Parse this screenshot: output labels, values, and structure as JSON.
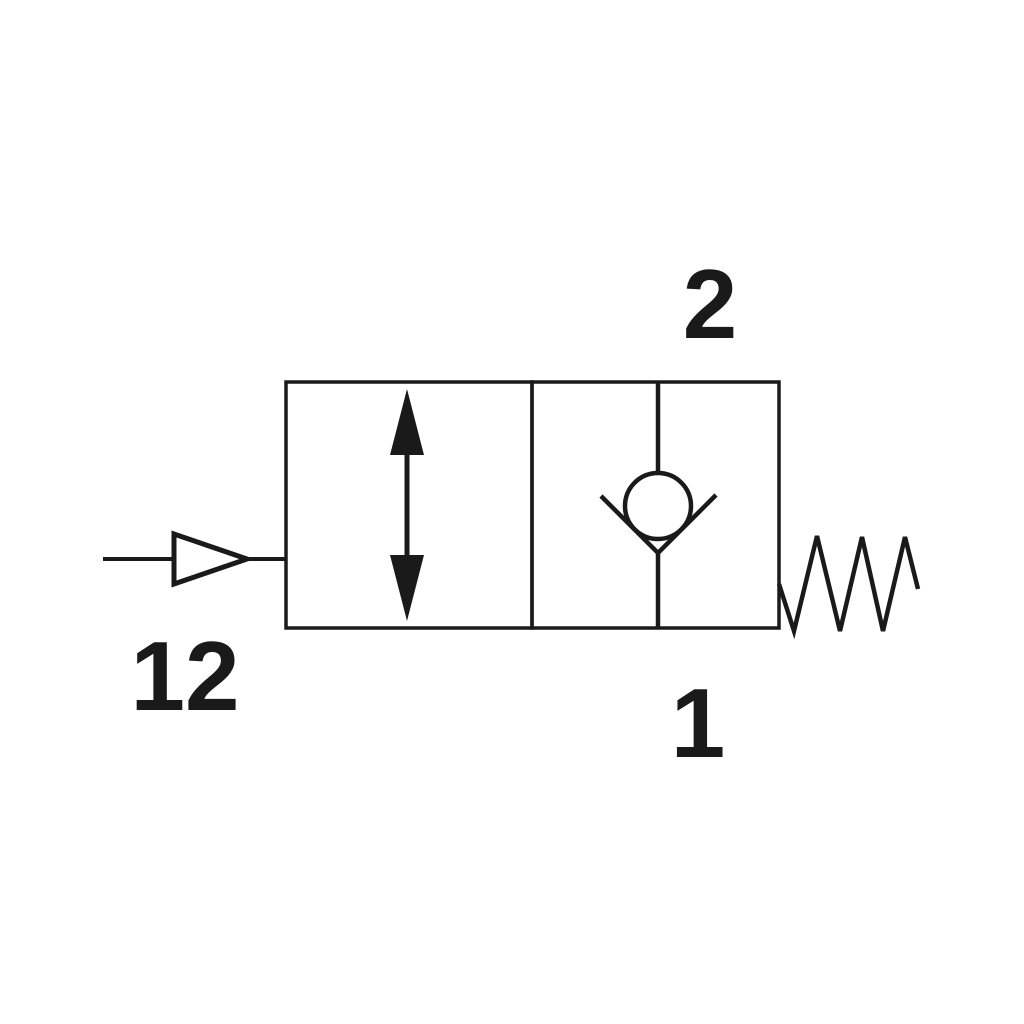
{
  "diagram": {
    "kind": "pneumatic-valve-schematic-symbol",
    "colors": {
      "line": "#1a1a1a",
      "background": "#ffffff"
    },
    "labels": {
      "port_top": "2",
      "port_bottom": "1",
      "pilot_port": "12"
    },
    "symbols": [
      {
        "name": "pilot-signal-triangle-icon",
        "meaning": "pilot actuation line at port 12"
      },
      {
        "name": "double-arrow-icon",
        "meaning": "two-way flow path, left valve position"
      },
      {
        "name": "check-valve-icon",
        "meaning": "ball check valve, right valve position, between ports 2 and 1"
      },
      {
        "name": "return-spring-icon",
        "meaning": "spring return on right side of valve body"
      }
    ]
  }
}
